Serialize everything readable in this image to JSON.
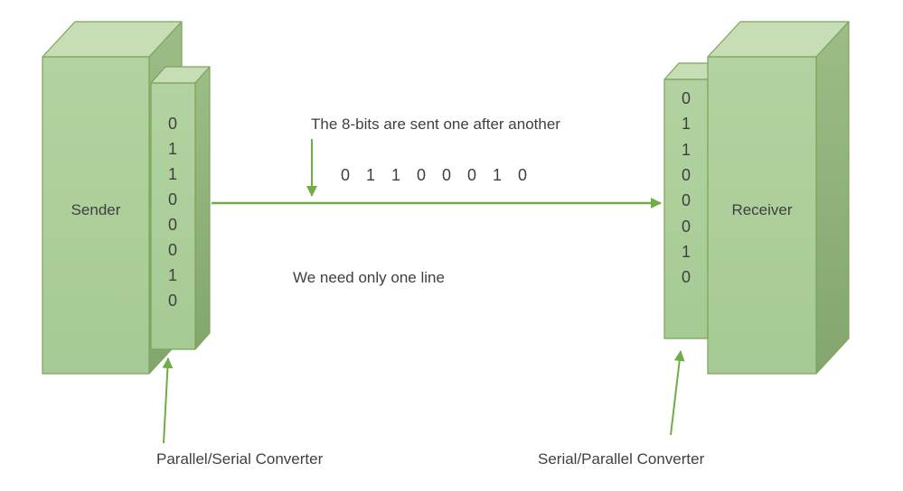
{
  "colors": {
    "front_light": "#b2d3a1",
    "front_dark": "#a6ca94",
    "top_face": "#c7ddb5",
    "side_light": "#9cbe86",
    "side_dark": "#83a66e",
    "outline": "#7ba45b",
    "arrow": "#70ad47",
    "text": "#3f3f3f"
  },
  "sender": {
    "label": "Sender",
    "bits": [
      "0",
      "1",
      "1",
      "0",
      "0",
      "0",
      "1",
      "0"
    ]
  },
  "receiver": {
    "label": "Receiver",
    "bits": [
      "0",
      "1",
      "1",
      "0",
      "0",
      "0",
      "1",
      "0"
    ]
  },
  "serial_bits": [
    "0",
    "1",
    "1",
    "0",
    "0",
    "0",
    "1",
    "0"
  ],
  "labels": {
    "top_caption": "The 8-bits are sent one after another",
    "bottom_caption": "We need only one line",
    "left_converter": "Parallel/Serial Converter",
    "right_converter": "Serial/Parallel Converter"
  }
}
